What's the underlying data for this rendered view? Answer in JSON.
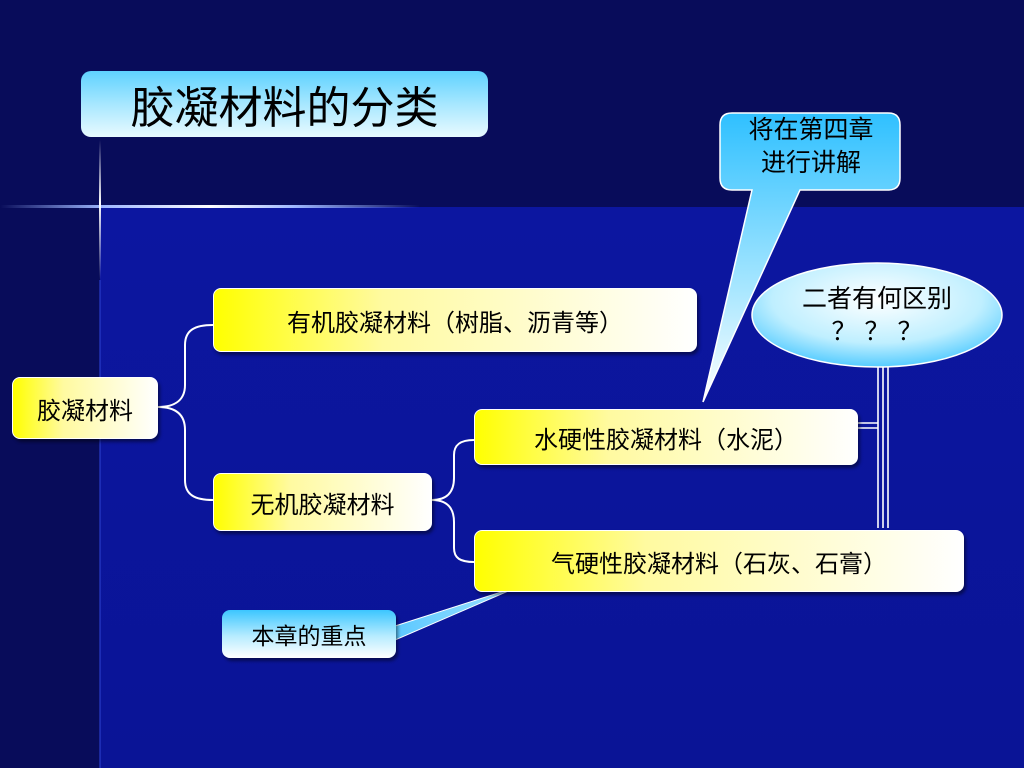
{
  "title": "胶凝材料的分类",
  "root": "胶凝材料",
  "organic": "有机胶凝材料（树脂、沥青等）",
  "inorganic": "无机胶凝材料",
  "hydraulic": "水硬性胶凝材料（水泥）",
  "air_hardening": "气硬性胶凝材料（石灰、石膏）",
  "callout_chapter4": {
    "line1": "将在第四章",
    "line2": "进行讲解"
  },
  "question_bubble": {
    "line1": "二者有何区别",
    "line2": "？ ？ ？"
  },
  "focus_note": "本章的重点"
}
